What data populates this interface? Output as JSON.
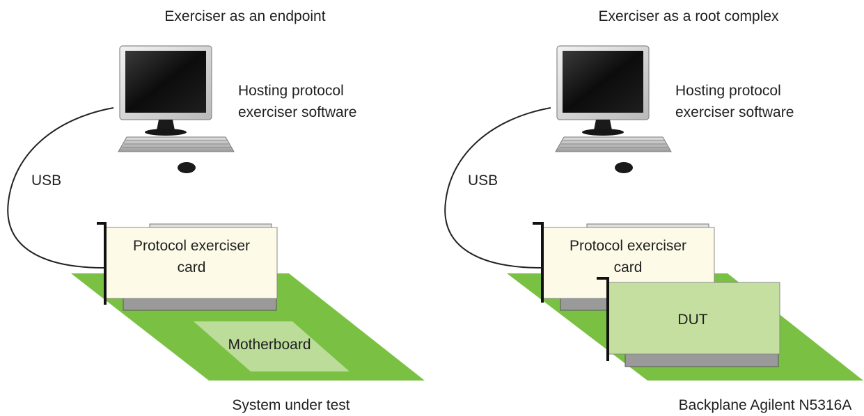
{
  "left_panel": {
    "title": "Exerciser as an endpoint",
    "host_label_line1": "Hosting protocol",
    "host_label_line2": "exerciser software",
    "cable_label": "USB",
    "card_label_line1": "Protocol exerciser",
    "card_label_line2": "card",
    "board_label": "Motherboard",
    "caption": "System under test"
  },
  "right_panel": {
    "title": "Exerciser as a root complex",
    "host_label_line1": "Hosting protocol",
    "host_label_line2": "exerciser software",
    "cable_label": "USB",
    "card_label_line1": "Protocol exerciser",
    "card_label_line2": "card",
    "dut_label": "DUT",
    "caption": "Backplane Agilent N5316A"
  },
  "colors": {
    "board_green": "#7ac143",
    "motherboard_region": "#bcdc9a",
    "card_fill": "#fdfbe8",
    "dut_fill": "#c4df9f",
    "connector_gray": "#9a9a9a",
    "bracket": "#111111",
    "cable": "#222222"
  }
}
